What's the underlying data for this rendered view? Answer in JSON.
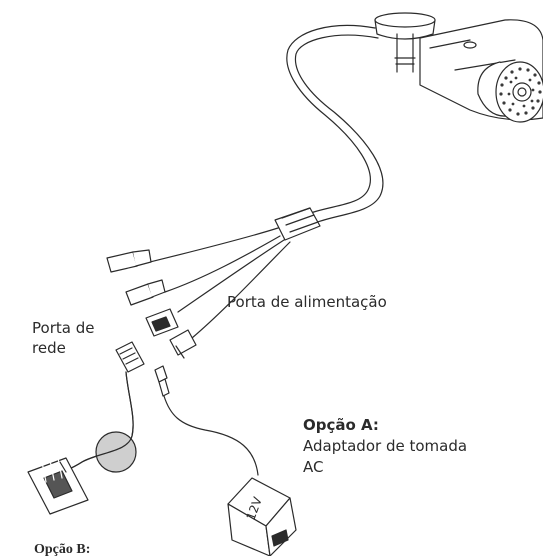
{
  "labels": {
    "power_port": "Porta de alimentação",
    "network_port_line1": "Porta de",
    "network_port_line2": "rede",
    "option_a_title": "Opção A:",
    "option_a_line1": "Adaptador de  tomada",
    "option_a_line2": "AC",
    "option_b_title": "Opção B:",
    "adapter_voltage": "12V"
  }
}
